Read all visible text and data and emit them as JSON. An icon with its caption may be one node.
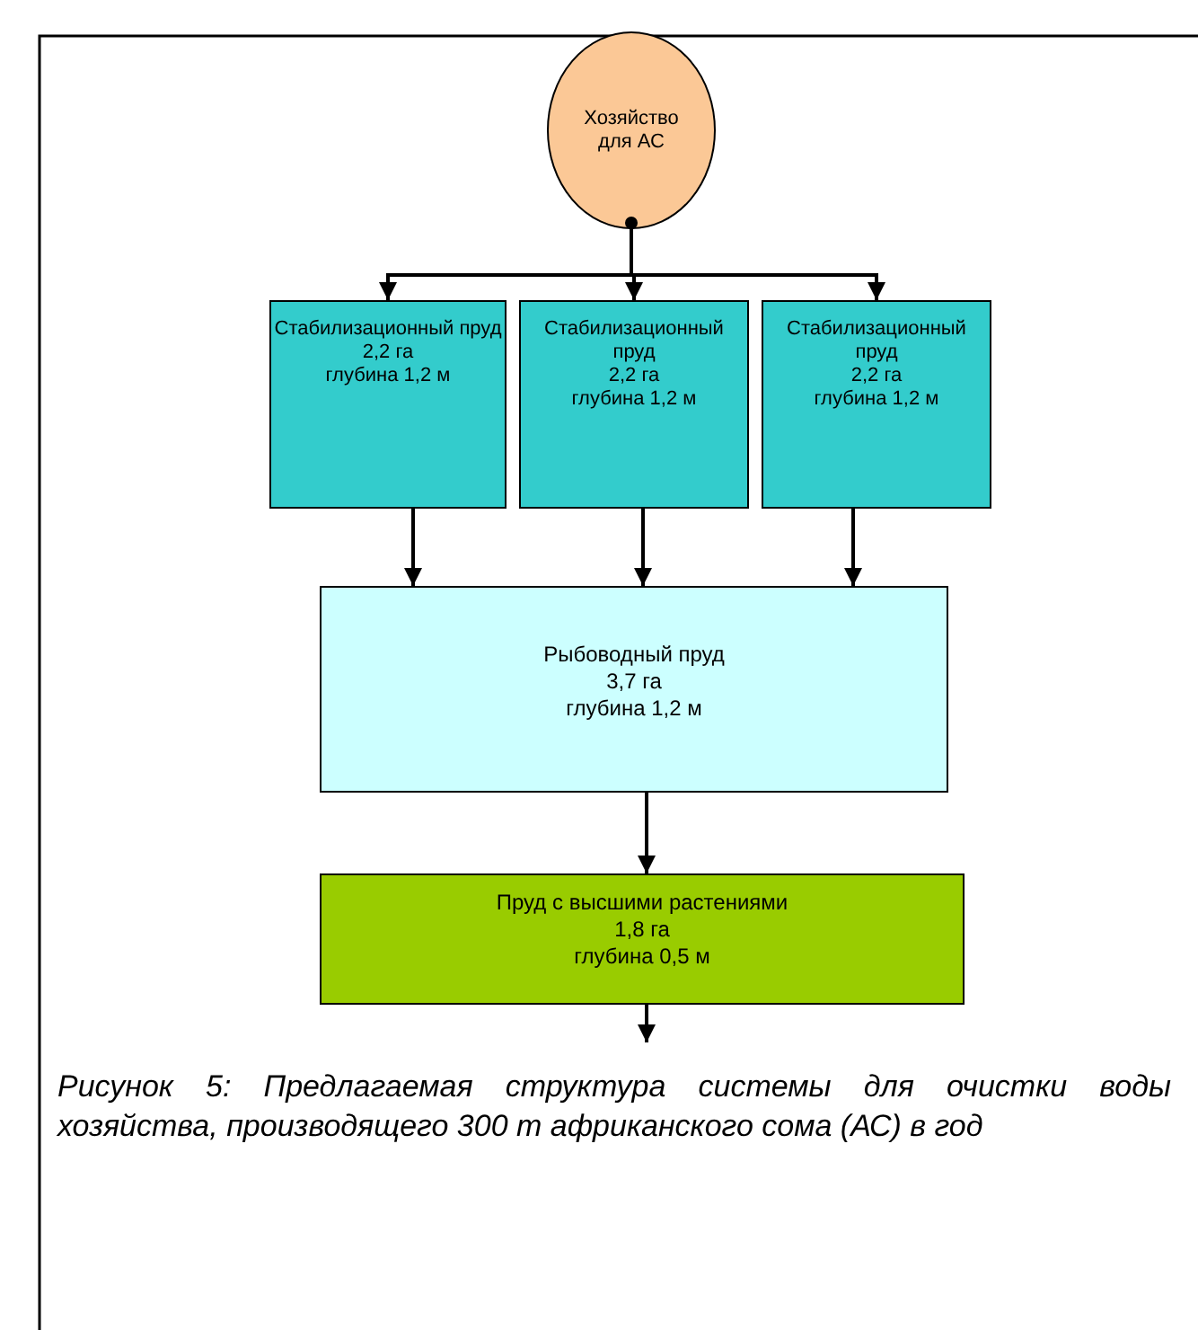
{
  "diagram": {
    "caption": "Рисунок 5: Предлагаемая структура системы для очистки воды хозяйства, производящего 300 т африканского сома (АС) в год",
    "nodes": [
      {
        "text": [
          "Хозяйство для АС"
        ]
      },
      {
        "text": [
          "Стабилизационный пруд",
          "2,2 га",
          "глубина 1,2 м"
        ]
      },
      {
        "text": [
          "Стабилизационный пруд",
          "2,2 га",
          "глубина 1,2 м"
        ]
      },
      {
        "text": [
          "Стабилизационный пруд",
          "2,2 га",
          "глубина 1,2 м"
        ]
      },
      {
        "text": [
          "Рыбоводный пруд",
          "3,7 га",
          "глубина 1,2 м"
        ]
      },
      {
        "text": [
          "Пруд с высшими растениями",
          "1,8 га",
          "глубина 0,5 м"
        ]
      }
    ],
    "edges": [
      {
        "from": 0,
        "to": 1,
        "arrow": "to"
      },
      {
        "from": 0,
        "to": 2,
        "arrow": "to"
      },
      {
        "from": 0,
        "to": 3,
        "arrow": "to"
      },
      {
        "from": 1,
        "to": 4,
        "arrow": "to"
      },
      {
        "from": 2,
        "to": 4,
        "arrow": "to"
      },
      {
        "from": 3,
        "to": 4,
        "arrow": "to"
      },
      {
        "from": 4,
        "to": 5,
        "arrow": "to"
      },
      {
        "from": 5,
        "to": null,
        "arrow": "to"
      }
    ]
  }
}
